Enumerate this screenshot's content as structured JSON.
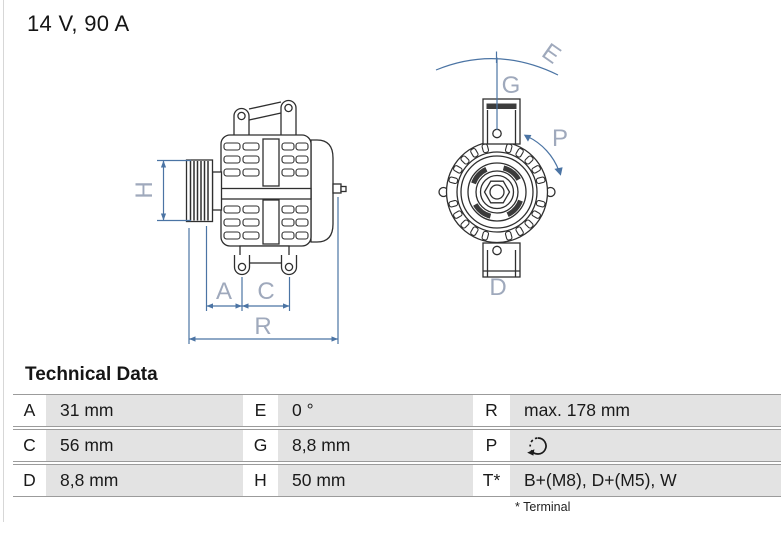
{
  "title": "14 V, 90 A",
  "diagram": {
    "labels": {
      "H": "H",
      "A": "A",
      "C": "C",
      "R": "R",
      "E": "E",
      "G": "G",
      "P": "P",
      "D": "D"
    },
    "colors": {
      "dimension_line": "#4b74a4",
      "dimension_label": "#9fa9bc",
      "drawing_line": "#2f2f2f",
      "table_cell_gray": "#e3e3e3",
      "table_rule": "#9b9b9b"
    },
    "views": [
      "alternator-side-view",
      "alternator-front-view"
    ]
  },
  "table": {
    "heading": "Technical Data",
    "rows": [
      [
        {
          "key": "A",
          "value": "31 mm"
        },
        {
          "key": "E",
          "value": "0 °"
        },
        {
          "key": "R",
          "value": "max. 178 mm"
        }
      ],
      [
        {
          "key": "C",
          "value": "56 mm"
        },
        {
          "key": "G",
          "value": "8,8 mm"
        },
        {
          "key": "P",
          "value": "",
          "icon": "rotation-direction-icon"
        }
      ],
      [
        {
          "key": "D",
          "value": "8,8 mm"
        },
        {
          "key": "H",
          "value": "50 mm"
        },
        {
          "key": "T*",
          "value": "B+(M8), D+(M5), W"
        }
      ]
    ],
    "footnote": "* Terminal"
  }
}
